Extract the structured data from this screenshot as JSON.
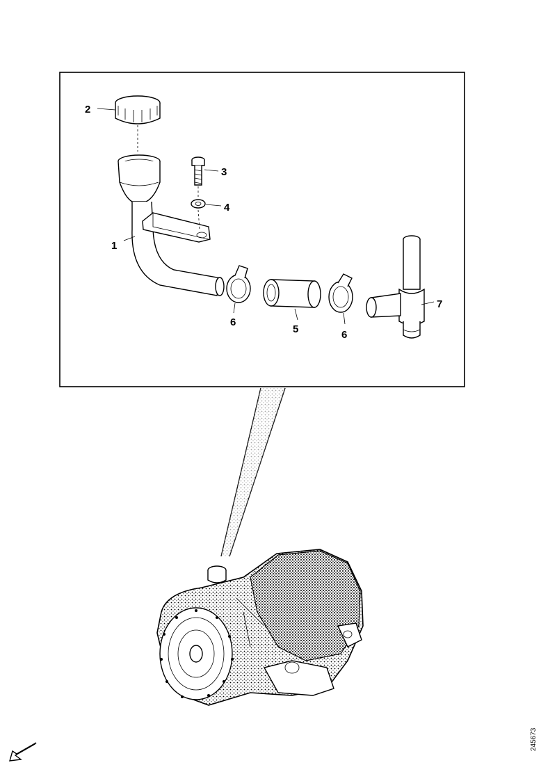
{
  "callouts": {
    "p1": "1",
    "p2": "2",
    "p3": "3",
    "p4": "4",
    "p5": "5",
    "p6a": "6",
    "p6b": "6",
    "p7": "7"
  },
  "reference_id": "245673",
  "icons": {
    "orientation": "arrow-pointing-down-left"
  }
}
